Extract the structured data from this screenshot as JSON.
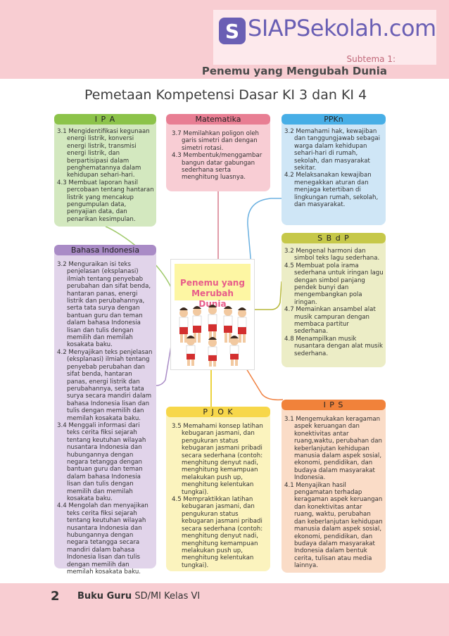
{
  "header": {
    "logo_letter": "S",
    "logo_text": "SIAPSekolah.com",
    "subtema": "Subtema 1:",
    "theme_title": "Penemu yang Mengubah Dunia",
    "brand_color": "#6a5fb4"
  },
  "page_title": "Pemetaan Kompetensi Dasar KI 3 dan KI 4",
  "center": {
    "title_line1": "Penemu yang",
    "title_line2": "Merubah Dunia",
    "image": "illustration-children-group"
  },
  "ipa": {
    "title": "I P A",
    "items": [
      "3.1 Mengidentifikasi kegunaan energi listrik, konversi energi listrik, transmisi energi listrik, dan berpartisipasi dalam penghematannya dalam kehidupan sehari-hari.",
      "4.3 Membuat laporan hasil percobaan tentang hantaran listrik yang mencakup pengumpulan data, penyajian data, dan penarikan kesimpulan."
    ]
  },
  "matematika": {
    "title": "Matematika",
    "items": [
      "3.7 Memilahkan poligon oleh garis simetri dan dengan simetri rotasi.",
      "4.3 Membentuk/menggambar bangun datar gabungan sederhana serta menghitung luasnya."
    ]
  },
  "ppkn": {
    "title": "PPKn",
    "items": [
      "3.2 Memahami hak, kewajiban dan tanggungjawab sebagai warga dalam kehidupan sehari-hari di rumah, sekolah, dan masyarakat sekitar.",
      "4.2 Melaksanakan kewajiban menegakkan aturan dan menjaga ketertiban di lingkungan rumah, sekolah, dan masyarakat."
    ]
  },
  "sbdp": {
    "title": "S B d P",
    "items": [
      "3.2 Mengenal harmoni dan simbol teks lagu sederhana.",
      "4.5 Membuat pola irama sederhana untuk iringan lagu dengan simbol panjang pendek bunyi dan mengembangkan pola iringan.",
      "4.7 Memainkan ansambel alat musik campuran dengan membaca partitur sederhana.",
      "4.8 Menampilkan musik nusantara dengan alat musik sederhana."
    ]
  },
  "bahasa": {
    "title": "Bahasa Indonesia",
    "items": [
      "3.2 Menguraikan isi teks penjelasan (eksplanasi) ilmiah tentang penyebab perubahan dan sifat benda, hantaran panas, energi listrik dan perubahannya, serta tata surya dengan bantuan guru dan teman dalam bahasa Indonesia lisan dan tulis dengan memilih dan memilah kosakata baku.",
      "4.2 Menyajikan teks penjelasan (eksplanasi) ilmiah tentang penyebab perubahan dan sifat benda, hantaran panas, energi listrik dan perubahannya, serta tata surya secara mandiri dalam bahasa Indonesia lisan dan tulis dengan memilih dan memilah kosakata baku.",
      "3.4 Menggali informasi dari teks cerita fiksi sejarah tentang keutuhan wilayah nusantara Indonesia dan hubungannya dengan negara tetangga dengan bantuan guru dan teman dalam bahasa Indonesia lisan dan tulis dengan memilih dan memilah kosakata baku.",
      "4.4 Mengolah dan menyajikan teks cerita fiksi sejarah tentang keutuhan wilayah nusantara Indonesia dan hubungannya dengan negara tetangga secara mandiri dalam bahasa Indonesia lisan dan tulis dengan memilih dan memilah kosakata baku."
    ]
  },
  "pjok": {
    "title": "P J O K",
    "items": [
      "3.5 Memahami konsep latihan kebugaran jasmani, dan pengukuran status kebugaran jasmani pribadi secara sederhana (contoh: menghitung denyut nadi, menghitung kemampuan melakukan push up, menghitung kelentukan tungkai).",
      "4.5 Mempraktikkan latihan kebugaran jasmani, dan pengukuran status kebugaran jasmani pribadi secara sederhana (contoh: menghitung denyut nadi, menghitung kemampuan melakukan push up, menghitung kelentukan tungkai)."
    ]
  },
  "ips": {
    "title": "I P S",
    "items": [
      "3.1 Mengemukakan keragaman aspek keruangan dan konektivitas antar ruang,waktu, perubahan dan keberlanjutan kehidupan manusia dalam aspek sosial, ekonomi, pendidikan, dan budaya dalam masyarakat Indonesia.",
      "4.1 Menyajikan hasil pengamatan terhadap keragaman aspek keruangan dan konektivitas antar ruang, waktu, perubahan dan keberlanjutan kehidupan manusia dalam aspek sosial, ekonomi, pendidikan, dan budaya dalam masyarakat Indonesia dalam bentuk cerita, tulisan atau media lainnya."
    ]
  },
  "footer": {
    "page_number": "2",
    "book_bold": "Buku Guru",
    "book_rest": " SD/MI Kelas VI"
  }
}
